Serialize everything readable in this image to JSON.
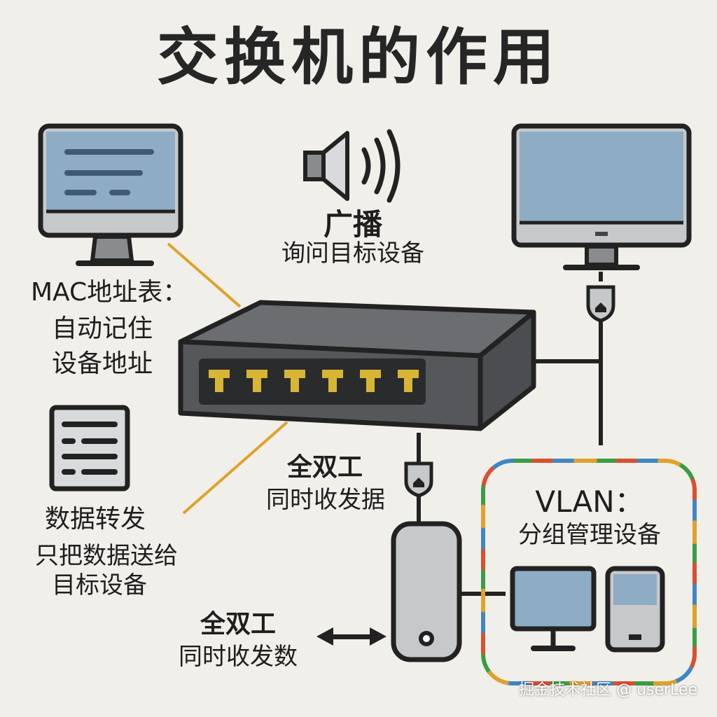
{
  "title": "交换机的作用",
  "broadcast": {
    "title": "广播",
    "desc": "询问目标设备"
  },
  "mac_table": {
    "line1": "MAC地址表：",
    "line2": "自动记住",
    "line3": "设备地址"
  },
  "full_duplex_top": {
    "title": "全双工",
    "desc": "同时收发据"
  },
  "forwarding": {
    "line1": "数据转发",
    "line2": "只把数据送给",
    "line3": "目标设备"
  },
  "full_duplex_bottom": {
    "title": "全双工",
    "desc": "同时收发数"
  },
  "vlan": {
    "title": "VLAN：",
    "desc": "分组管理设备"
  },
  "watermark": "掘金技术社区 @ userLee",
  "colors": {
    "background": "#f1efea",
    "screen": "#8eacc4",
    "switch_body": "#55575b",
    "port": "#d8b534",
    "link_orange": "#e0a22a",
    "vlan_dash": [
      "#3c9c46",
      "#d9502f",
      "#3f86c2",
      "#e0a22a"
    ]
  },
  "icons": [
    "monitor-icon",
    "speaker-icon",
    "document-icon",
    "switch-icon",
    "shield-connector-icon",
    "server-icon",
    "double-arrow-icon"
  ]
}
